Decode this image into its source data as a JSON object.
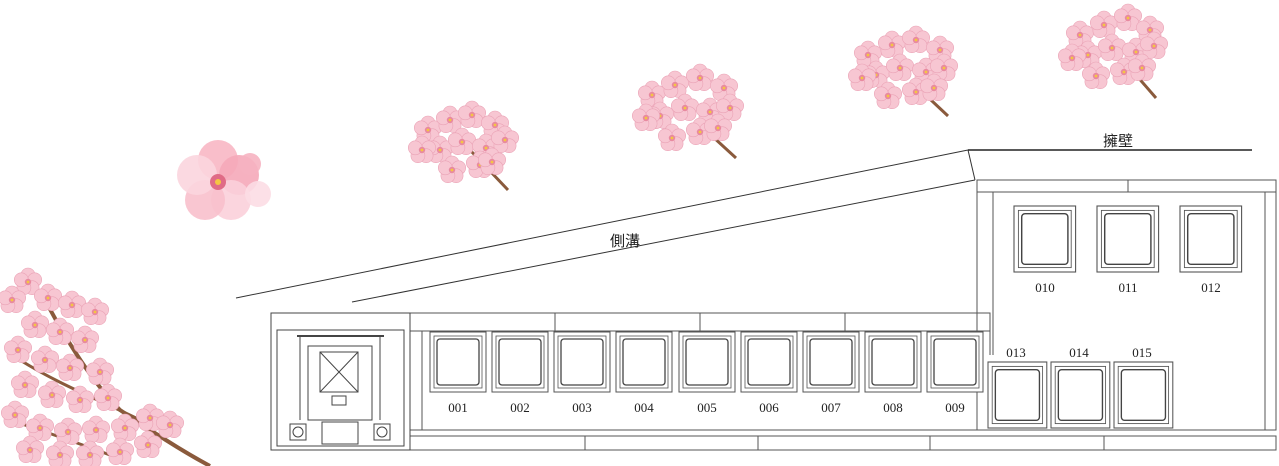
{
  "labels": {
    "retaining_wall": "擁壁",
    "side_ditch": "側溝"
  },
  "lower_row_plots": [
    "001",
    "002",
    "003",
    "004",
    "005",
    "006",
    "007",
    "008",
    "009"
  ],
  "upper_row_plots": [
    "010",
    "011",
    "012"
  ],
  "middle_row_plots": [
    "013",
    "014",
    "015"
  ],
  "decoration": {
    "blossom_color": "#f6c3cf",
    "blossom_center": "#e88aa0",
    "stamen_color": "#f4c542",
    "branch_color": "#8a5a3c"
  }
}
